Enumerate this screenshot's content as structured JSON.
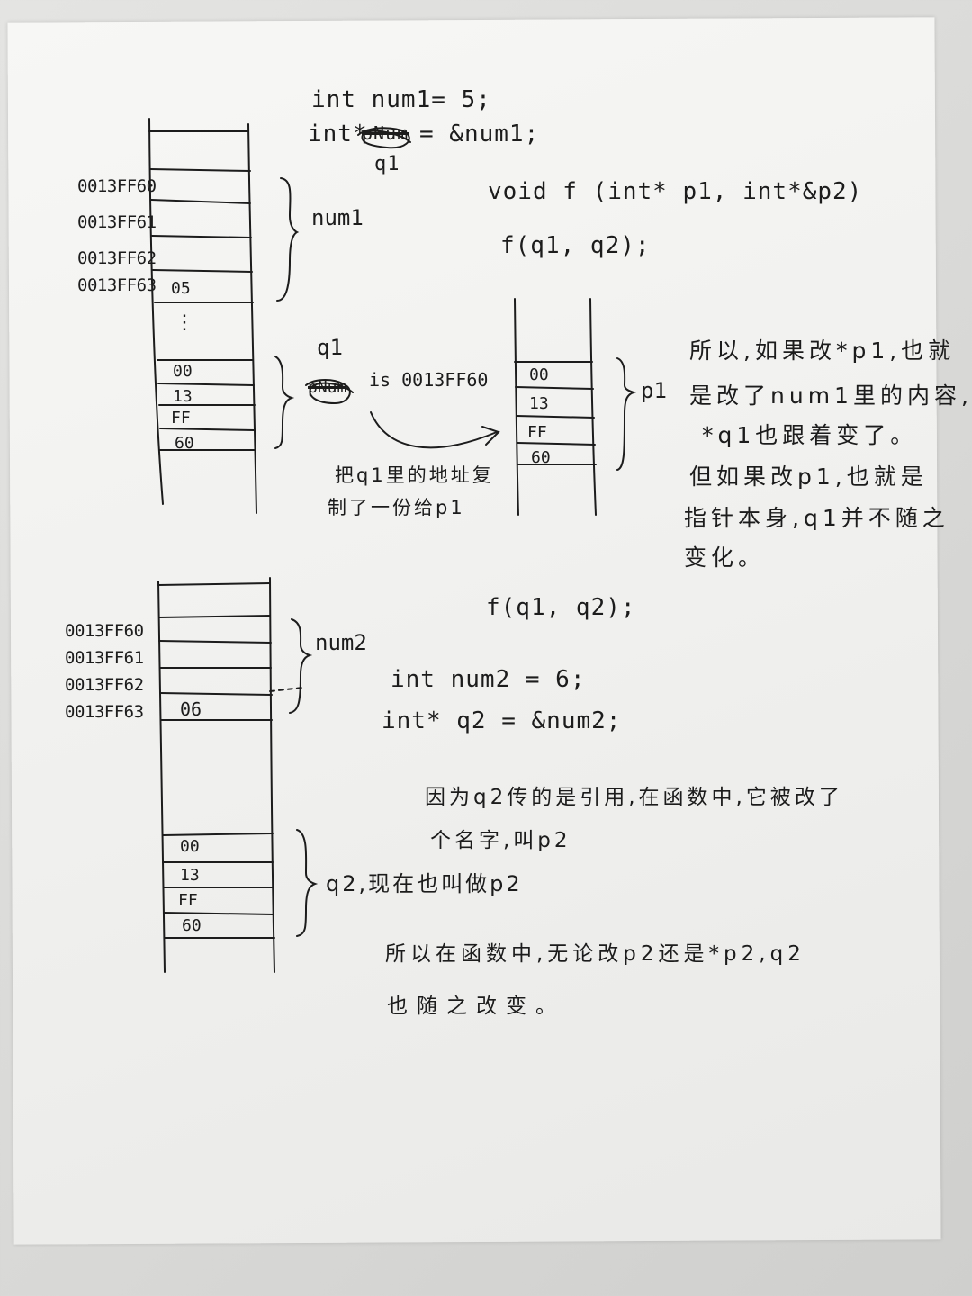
{
  "code": {
    "line1": "int num1= 5;",
    "line2_type": "int*",
    "line2_crossed": "pNum",
    "line2_rest": "= &num1;",
    "line2_replacement": "q1",
    "func_sig": "void f (int* p1, int*&p2)",
    "call1": "f(q1, q2);",
    "call2": "f(q1, q2);",
    "line3": "int num2 = 6;",
    "line4": "int* q2 = &num2;"
  },
  "stack1": {
    "addresses": [
      "0013FF60",
      "0013FF61",
      "0013FF62",
      "0013FF63"
    ],
    "value_cell": "05",
    "ellipsis": "⋮",
    "label": "num1",
    "pointer_cells": [
      "00",
      "13",
      "FF",
      "60"
    ],
    "pointer_label": "q1",
    "pointer_crossed": "pNum",
    "is_text": "is 0013FF60"
  },
  "copy_note": {
    "line1": "把q1里的地址复",
    "line2": "制了一份给p1"
  },
  "stack_p1": {
    "cells": [
      "00",
      "13",
      "FF",
      "60"
    ],
    "label": "p1"
  },
  "right_note": [
    "所以,如果改*p1,也就",
    "是改了num1里的内容,",
    "*q1也跟着变了。",
    "但如果改p1,也就是",
    "指针本身,q1并不随之",
    "变化。"
  ],
  "stack2": {
    "addresses": [
      "0013FF60",
      "0013FF61",
      "0013FF62",
      "0013FF63"
    ],
    "value_cell": "06",
    "label": "num2",
    "pointer_cells": [
      "00",
      "13",
      "FF",
      "60"
    ],
    "pointer_label": "q2,现在也叫做p2"
  },
  "ref_note": [
    "因为q2传的是引用,在函数中,它被改了",
    "个名字,叫p2"
  ],
  "final_note": [
    "所以在函数中,无论改p2还是*p2,q2",
    "也随之改变。"
  ]
}
